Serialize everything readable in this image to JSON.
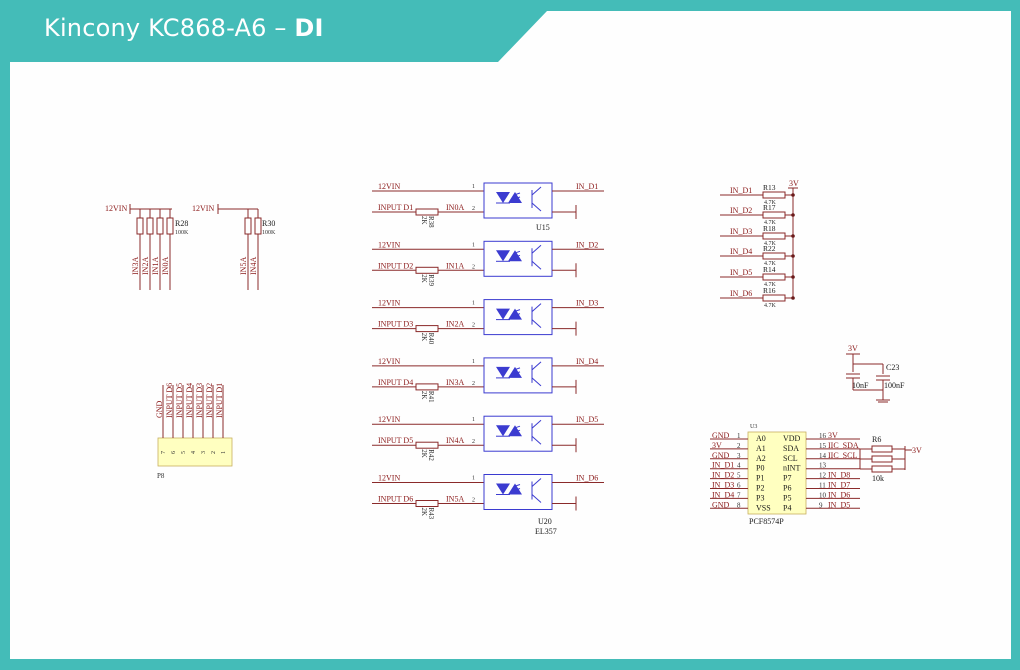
{
  "title": {
    "prefix": "Kincony KC868-A6 – ",
    "bold": "DI"
  },
  "left_block": {
    "supply_a": "12VIN",
    "supply_b": "12VIN",
    "resistor_a": "R28",
    "resistor_b": "R30",
    "value": "100K",
    "pins_a": [
      "IN3A",
      "IN2A",
      "IN1A",
      "IN0A"
    ],
    "pins_b": [
      "IN5A",
      "IN4A"
    ]
  },
  "connector": {
    "ref": "P8",
    "labels": [
      "GND",
      "INPUT D6",
      "INPUT D5",
      "INPUT D4",
      "INPUT D3",
      "INPUT D2",
      "INPUT D1"
    ],
    "pins": [
      "7",
      "6",
      "5",
      "4",
      "3",
      "2",
      "1"
    ]
  },
  "optocouplers": {
    "supply": "12VIN",
    "pin1": "1",
    "pin2": "2",
    "rows": [
      {
        "input": "INPUT D1",
        "res": "R38",
        "val": "2K",
        "node": "IN0A",
        "out": "IN_D1"
      },
      {
        "input": "INPUT D2",
        "res": "R39",
        "val": "2K",
        "node": "IN1A",
        "out": "IN_D2"
      },
      {
        "input": "INPUT D3",
        "res": "R40",
        "val": "2K",
        "node": "IN2A",
        "out": "IN_D3"
      },
      {
        "input": "INPUT D4",
        "res": "R41",
        "val": "2K",
        "node": "IN3A",
        "out": "IN_D4"
      },
      {
        "input": "INPUT D5",
        "res": "R42",
        "val": "2K",
        "node": "IN4A",
        "out": "IN_D5"
      },
      {
        "input": "INPUT D6",
        "res": "R43",
        "val": "2K",
        "node": "IN5A",
        "out": "IN_D6"
      }
    ],
    "ref_top": "U15",
    "ref_bottom": "U20",
    "part": "EL357"
  },
  "pullups": {
    "rail": "3V",
    "rows": [
      {
        "net": "IN_D1",
        "res": "R13",
        "val": "4.7K"
      },
      {
        "net": "IN_D2",
        "res": "R17",
        "val": "4.7K"
      },
      {
        "net": "IN_D3",
        "res": "R18",
        "val": "4.7K"
      },
      {
        "net": "IN_D4",
        "res": "R22",
        "val": "4.7K"
      },
      {
        "net": "IN_D5",
        "res": "R14",
        "val": "4.7K"
      },
      {
        "net": "IN_D6",
        "res": "R16",
        "val": "4.7K"
      }
    ]
  },
  "caps": {
    "rail": "3V",
    "ref": "C23",
    "c1": "10nF",
    "c2": "100nF"
  },
  "expander": {
    "ref": "U3",
    "part": "PCF8574P",
    "left_pins": [
      {
        "net": "GND",
        "num": "1",
        "name": "A0"
      },
      {
        "net": "3V",
        "num": "2",
        "name": "A1"
      },
      {
        "net": "GND",
        "num": "3",
        "name": "A2"
      },
      {
        "net": "IN_D1",
        "num": "4",
        "name": "P0"
      },
      {
        "net": "IN_D2",
        "num": "5",
        "name": "P1"
      },
      {
        "net": "IN_D3",
        "num": "6",
        "name": "P2"
      },
      {
        "net": "IN_D4",
        "num": "7",
        "name": "P3"
      },
      {
        "net": "GND",
        "num": "8",
        "name": "VSS"
      }
    ],
    "right_pins": [
      {
        "name": "VDD",
        "num": "16",
        "net": "3V"
      },
      {
        "name": "SDA",
        "num": "15",
        "net": "IIC_SDA"
      },
      {
        "name": "SCL",
        "num": "14",
        "net": "IIC_SCL"
      },
      {
        "name": "nINT",
        "num": "13",
        "net": ""
      },
      {
        "name": "P7",
        "num": "12",
        "net": "IN_D8"
      },
      {
        "name": "P6",
        "num": "11",
        "net": "IN_D7"
      },
      {
        "name": "P5",
        "num": "10",
        "net": "IN_D6"
      },
      {
        "name": "P4",
        "num": "9",
        "net": "IN_D5"
      }
    ],
    "pullup_ref": "R6",
    "pullup_val": "10k",
    "rail": "3V"
  }
}
